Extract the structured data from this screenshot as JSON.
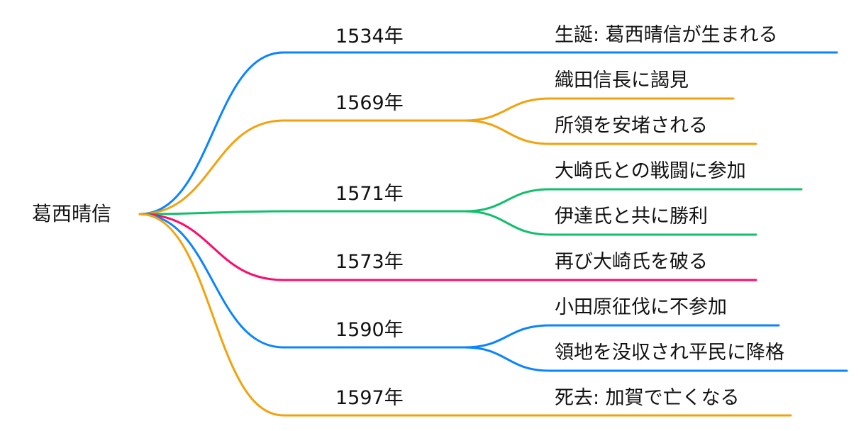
{
  "diagram": {
    "type": "mindmap",
    "root": {
      "label": "葛西晴信"
    },
    "colors": {
      "blue": "#0A84FF",
      "orange": "#F2A20C",
      "green": "#12BF6C",
      "pink": "#FF0A6C",
      "text": "#111111"
    },
    "branches": [
      {
        "year": "1534年",
        "color": "#0A84FF",
        "events": [
          "生誕: 葛西晴信が生まれる"
        ]
      },
      {
        "year": "1569年",
        "color": "#F2A20C",
        "events": [
          "織田信長に謁見",
          "所領を安堵される"
        ]
      },
      {
        "year": "1571年",
        "color": "#12BF6C",
        "events": [
          "大崎氏との戦闘に参加",
          "伊達氏と共に勝利"
        ]
      },
      {
        "year": "1573年",
        "color": "#FF0A6C",
        "events": [
          "再び大崎氏を破る"
        ]
      },
      {
        "year": "1590年",
        "color": "#0A84FF",
        "events": [
          "小田原征伐に不参加",
          "領地を没収され平民に降格"
        ]
      },
      {
        "year": "1597年",
        "color": "#F2A20C",
        "events": [
          "死去: 加賀で亡くなる"
        ]
      }
    ]
  }
}
